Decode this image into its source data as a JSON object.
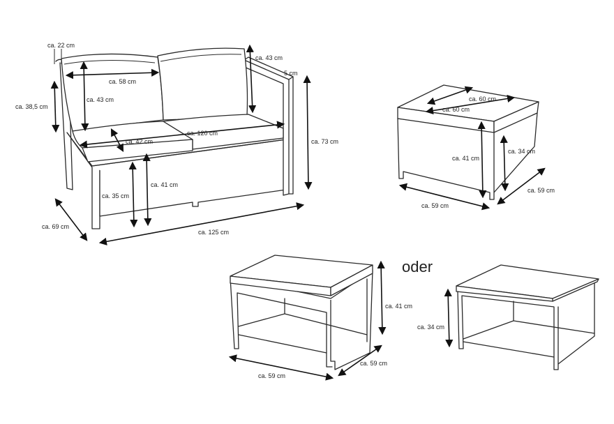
{
  "labels": {
    "sofa_armrest_width": "ca. 22 cm",
    "sofa_back_cushion_h": "ca. 43 cm",
    "sofa_armrest_gap": "5 cm",
    "sofa_cushion_width": "ca. 58 cm",
    "sofa_back_cushion_h2": "ca. 43 cm",
    "sofa_armrest_height": "ca. 38,5 cm",
    "sofa_seat_depth": "ca. 42 cm",
    "sofa_seat_width": "ca. 120 cm",
    "sofa_total_height": "ca. 73 cm",
    "sofa_seat_height": "ca. 41 cm",
    "sofa_frame_height": "ca. 35 cm",
    "sofa_depth": "ca. 69 cm",
    "sofa_width": "ca. 125 cm",
    "ottoman_top_a": "ca. 60 cm",
    "ottoman_top_b": "ca. 60 cm",
    "ottoman_height": "ca. 41 cm",
    "ottoman_frame_height": "ca. 34 cm",
    "ottoman_width": "ca. 59 cm",
    "ottoman_depth": "ca. 59 cm",
    "or_word": "oder",
    "stool_height": "ca. 41 cm",
    "stool_width": "ca. 59 cm",
    "stool_depth": "ca. 59 cm",
    "table_height": "ca. 34 cm"
  },
  "colors": {
    "line": "#2a2a2a",
    "arrow": "#111111",
    "background": "#ffffff"
  }
}
